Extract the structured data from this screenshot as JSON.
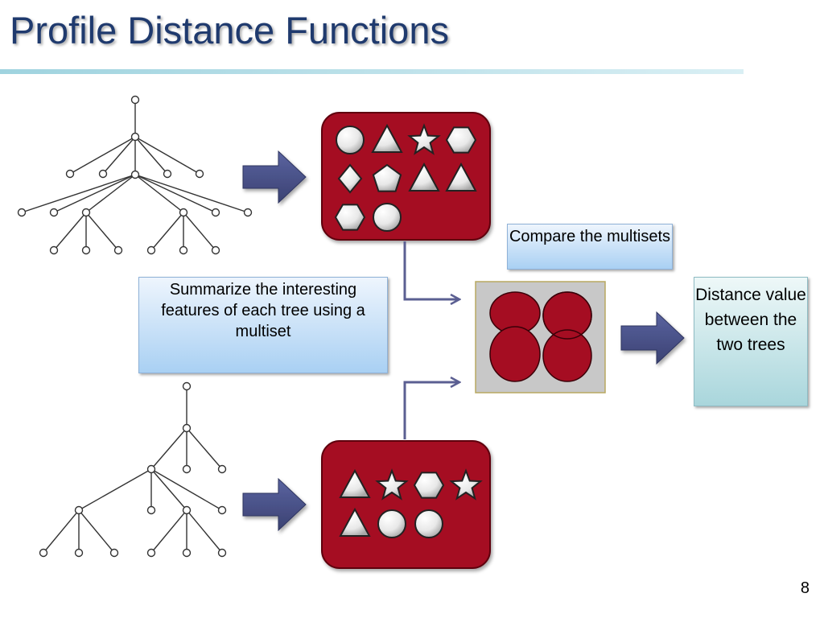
{
  "slide": {
    "title": "Profile Distance Functions",
    "page_number": "8"
  },
  "callouts": {
    "summary": "Summarize the interesting features of each tree using a multiset",
    "compare": "Compare the multisets",
    "distance": "Distance value between the two trees"
  },
  "multisets": {
    "top": [
      "circle",
      "triangle",
      "star",
      "hexagon",
      "diamond",
      "pentagon",
      "triangle",
      "triangle",
      "hexagon",
      "circle"
    ],
    "bottom": [
      "triangle",
      "star",
      "hexagon",
      "star",
      "triangle",
      "circle",
      "circle"
    ]
  },
  "colors": {
    "title": "#1f3a6e",
    "multiset_fill": "#a50d22",
    "arrow_fill": "#4a5289",
    "connector": "#5b5f92"
  },
  "icons": {
    "tree": "tree-icon",
    "arrow": "right-arrow-icon",
    "venn": "venn-diagram-icon"
  }
}
